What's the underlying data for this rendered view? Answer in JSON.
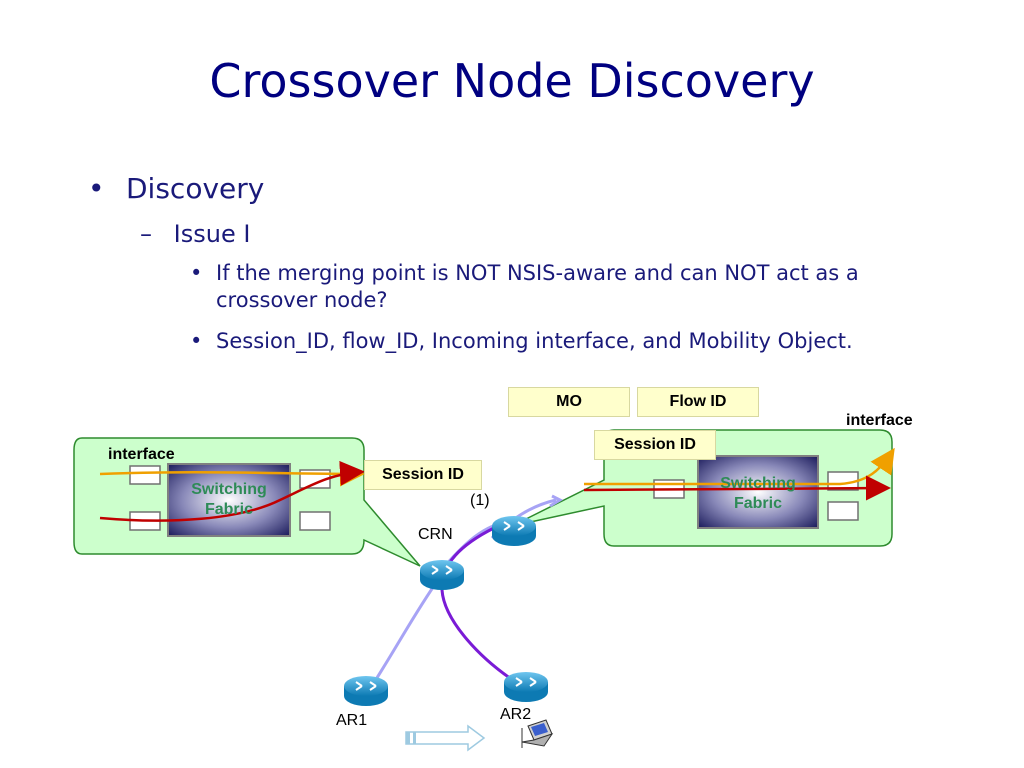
{
  "slide": {
    "title": "Crossover Node Discovery",
    "bullet1": "Discovery",
    "bullet1_marker": "•",
    "bullet2": "Issue I",
    "bullet2_marker": "–",
    "bullet3_marker": "•",
    "bullet3a": " If the merging point is NOT NSIS-aware and can NOT act as a crossover node?",
    "bullet3b": " Session_ID, flow_ID, Incoming interface, and Mobility Object."
  },
  "diagram": {
    "mo_label": "MO",
    "flow_id_label": "Flow ID",
    "session_id_left": "Session ID",
    "session_id_right": "Session ID",
    "interface_left": "interface",
    "interface_right": "interface",
    "fabric_left_line1": "Switching",
    "fabric_left_line2": "Fabric",
    "fabric_right_line1": "Switching",
    "fabric_right_line2": "Fabric",
    "step_label": "(1)",
    "crn_label": "CRN",
    "ar1_label": "AR1",
    "ar2_label": "AR2"
  },
  "colors": {
    "title": "#000080",
    "label_bg": "#ffffcc",
    "panel_bg": "#ccffcc",
    "panel_border": "#2e8b2e",
    "fabric_text": "#2e8b57",
    "router": "#1a9ad6",
    "orange_flow": "#f0a000",
    "red_flow": "#c00000",
    "purple_path": "#7a1bd6",
    "lavender_path": "#a7a3f5"
  }
}
